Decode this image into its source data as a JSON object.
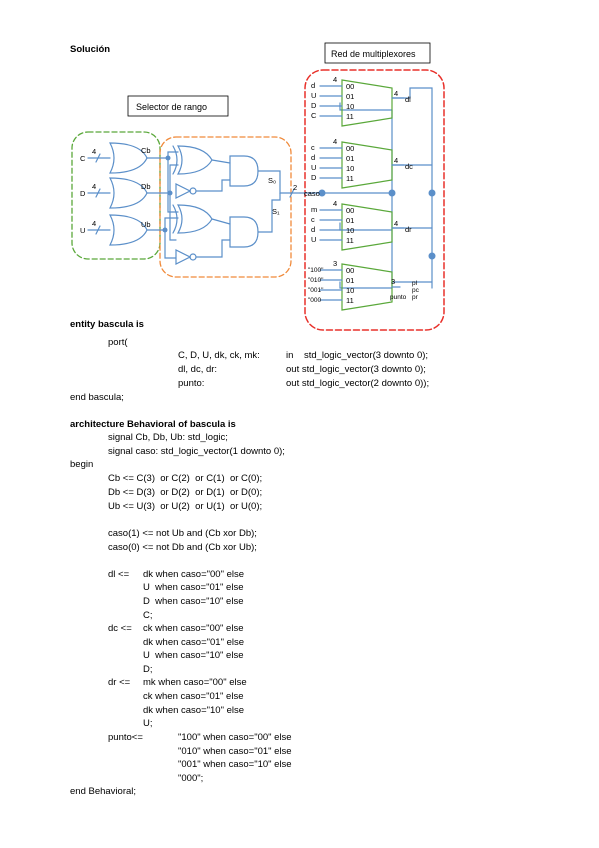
{
  "heading": "Solución",
  "diagram": {
    "selector_label": "Selector de rango",
    "mux_label": "Red de multiplexores",
    "inputs": [
      "C",
      "D",
      "U"
    ],
    "bus_width": "4",
    "or_outputs": [
      "Cb",
      "Db",
      "Ub"
    ],
    "s1": "S₁",
    "s0": "S₀",
    "caso": "caso",
    "caso_width": "2",
    "mux_in_labels": [
      "00",
      "01",
      "10",
      "11"
    ],
    "mux1_inputs": [
      "d",
      "U",
      "D",
      "C"
    ],
    "mux1_out": "dl",
    "mux2_inputs": [
      "c",
      "d",
      "U",
      "D"
    ],
    "mux2_out": "dc",
    "mux3_inputs": [
      "m",
      "c",
      "d",
      "U"
    ],
    "mux3_out": "dr",
    "mux4_inputs": [
      "\"100\"",
      "\"010\"",
      "\"001\"",
      "\"000"
    ],
    "mux4_width": "3",
    "mux4_outs": [
      "pl",
      "pc",
      "pr"
    ],
    "mux4_out": "punto"
  },
  "code": {
    "entity_header": "entity bascula is",
    "port_open": "port(",
    "port_rows": [
      {
        "names": "C, D, U, dk, ck, mk:",
        "dir": "in    std_logic_vector(3 downto 0);"
      },
      {
        "names": "dl, dc, dr:",
        "dir": "out std_logic_vector(3 downto 0);"
      },
      {
        "names": "punto:",
        "dir": "out std_logic_vector(2 downto 0));"
      }
    ],
    "end_entity": "end bascula;",
    "arch_header": "architecture Behavioral of bascula is",
    "signal1": "signal Cb, Db, Ub: std_logic;",
    "signal2": "signal caso: std_logic_vector(1 downto 0);",
    "begin": "begin",
    "or_lines": [
      "Cb <= C(3)  or C(2)  or C(1)  or C(0);",
      "Db <= D(3)  or D(2)  or D(1)  or D(0);",
      "Ub <= U(3)  or U(2)  or U(1)  or U(0);"
    ],
    "caso_lines": [
      "caso(1) <= not Ub and (Cb xor Db);",
      "caso(0) <= not Db and (Cb xor Ub);"
    ],
    "dl_lhs": "dl <=",
    "dl_lines": [
      "dk when caso=\"00\" else",
      "U  when caso=\"01\" else",
      "D  when caso=\"10\" else",
      "C;"
    ],
    "dc_lhs": "dc <=",
    "dc_lines": [
      "ck when caso=\"00\" else",
      "dk when caso=\"01\" else",
      "U  when caso=\"10\" else",
      "D;"
    ],
    "dr_lhs": "dr <=",
    "dr_lines": [
      "mk when caso=\"00\" else",
      "ck when caso=\"01\" else",
      "dk when caso=\"10\" else",
      "U;"
    ],
    "punto_lhs": "punto<=",
    "punto_lines": [
      "\"100\" when caso=\"00\" else",
      "\"010\" when caso=\"01\" else",
      "\"001\" when caso=\"10\" else",
      "\"000\";"
    ],
    "end_arch": "end Behavioral;"
  }
}
